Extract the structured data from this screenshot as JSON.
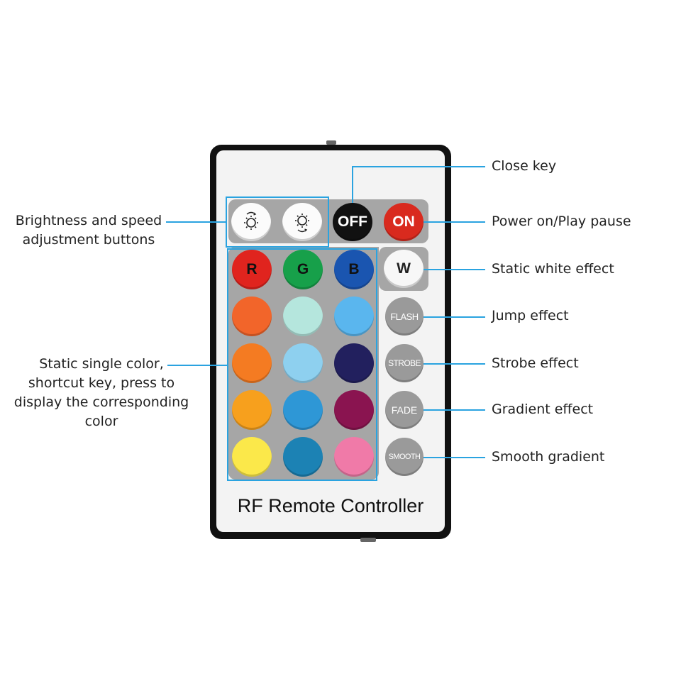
{
  "remote": {
    "title": "RF Remote Controller",
    "brightness_up_icon": "sun-arrows-up-icon",
    "brightness_down_icon": "sun-arrows-down-icon",
    "off_label": "OFF",
    "on_label": "ON",
    "white_label": "W",
    "color_labels": {
      "r": "R",
      "g": "G",
      "b": "B"
    },
    "effect_buttons": [
      "FLASH",
      "STROBE",
      "FADE",
      "SMOOTH"
    ],
    "color_grid": [
      [
        "#e0241e",
        "#17a04a",
        "#1a55b0"
      ],
      [
        "#f2652a",
        "#b5e6dd",
        "#5ab6ee"
      ],
      [
        "#f47b22",
        "#8ed0ef",
        "#22205e"
      ],
      [
        "#f7a01d",
        "#2e97d6",
        "#8a1450"
      ],
      [
        "#fbe84a",
        "#1c82b4",
        "#f07aa8"
      ]
    ]
  },
  "annotations": {
    "close_key": "Close key",
    "power": "Power on/Play pause",
    "white": "Static white effect",
    "jump": "Jump effect",
    "strobe": "Strobe effect",
    "gradient": "Gradient effect",
    "smooth": "Smooth gradient",
    "brightness_line1": "Brightness and speed",
    "brightness_line2": "adjustment buttons",
    "color_line1": "Static single color,",
    "color_line2": "shortcut key, press to",
    "color_line3": "display the corresponding",
    "color_line4": "color"
  },
  "colors": {
    "accent": "#2aa3e0",
    "panel": "#a6a6a6",
    "off": "#111111",
    "on": "#d92a1e",
    "effect_button": "#9a9a9a"
  }
}
